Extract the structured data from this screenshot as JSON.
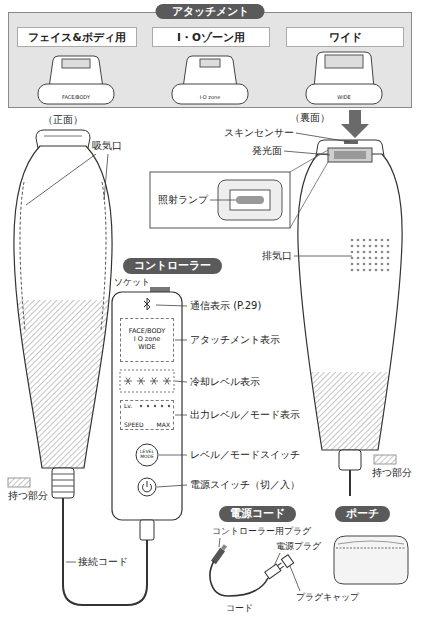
{
  "diagram": {
    "nodes": [
      {
        "text": [
          "アタッチメント"
        ]
      },
      {
        "text": [
          "フェイス&ボディ用"
        ],
        "in": 0
      },
      {
        "text": [
          "I・Oゾーン用"
        ],
        "in": 0
      },
      {
        "text": [
          "ワイド"
        ],
        "in": 0
      },
      {
        "text": [
          "コントローラー"
        ]
      },
      {
        "text": [
          "FACE/BODY",
          "I O zone",
          "WIDE"
        ]
      },
      {
        "text": [
          "Lv.",
          "SPEED",
          "MAX"
        ]
      },
      {
        "text": [
          "電源コード"
        ]
      },
      {
        "text": [
          "ポーチ"
        ]
      }
    ],
    "labels": [
      "FACE/BODY",
      "I·O zone",
      "WIDE",
      "（正面）",
      "（裏面）",
      "吸気口",
      "スキンセンサー",
      "発光面",
      "照射ランプ",
      "排気口",
      "ソケット",
      "通信表示 (P.29)",
      "アタッチメント表示",
      "冷却レベル表示",
      "出力レベル／モード表示",
      "LEVEL MODE",
      "レベル／モードスイッチ",
      "電源スイッチ（切／入）",
      "持つ部分",
      "持つ部分",
      "接続コード",
      "コントローラー用プラグ",
      "電源プラグ",
      "プラグキャップ",
      "コード"
    ]
  }
}
